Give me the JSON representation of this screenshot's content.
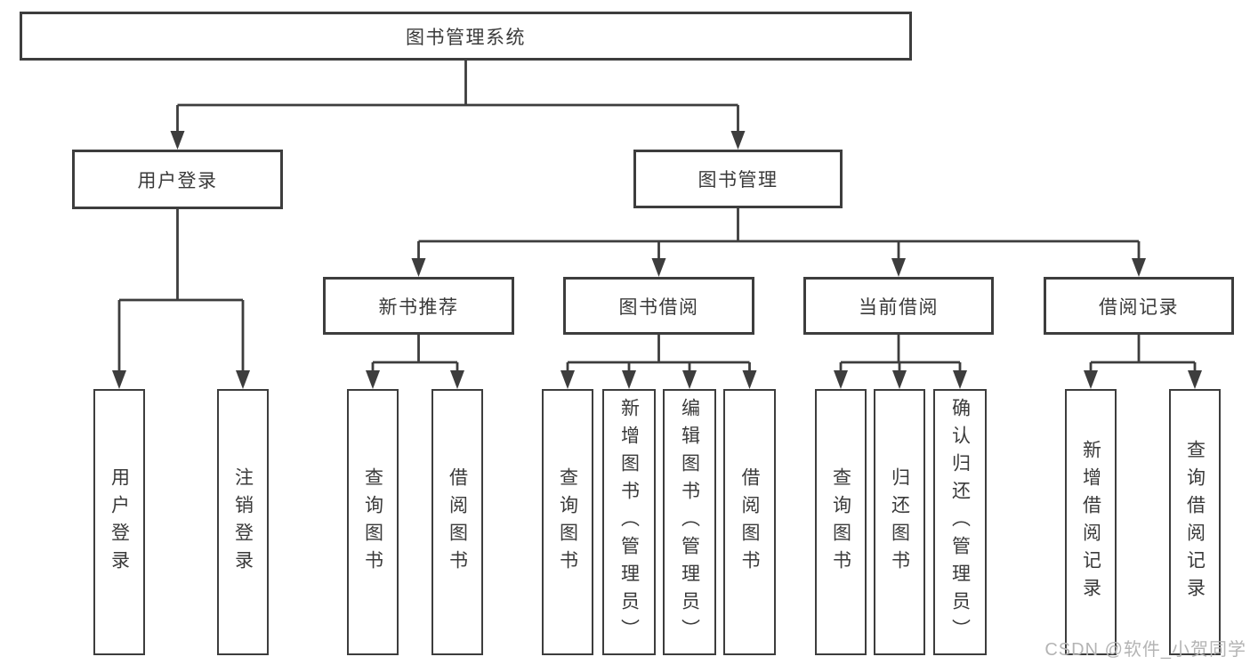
{
  "tree": {
    "label": "图书管理系统",
    "children": [
      {
        "label": "用户登录",
        "children": [
          {
            "label": "用户登录"
          },
          {
            "label": "注销登录"
          }
        ]
      },
      {
        "label": "图书管理",
        "children": [
          {
            "label": "新书推荐",
            "children": [
              {
                "label": "查询图书"
              },
              {
                "label": "借阅图书"
              }
            ]
          },
          {
            "label": "图书借阅",
            "children": [
              {
                "label": "查询图书"
              },
              {
                "label": "新增图书（管理员）"
              },
              {
                "label": "编辑图书（管理员）"
              },
              {
                "label": "借阅图书"
              }
            ]
          },
          {
            "label": "当前借阅",
            "children": [
              {
                "label": "查询图书"
              },
              {
                "label": "归还图书"
              },
              {
                "label": "确认归还（管理员）"
              }
            ]
          },
          {
            "label": "借阅记录",
            "children": [
              {
                "label": "新增借阅记录"
              },
              {
                "label": "查询借阅记录"
              }
            ]
          }
        ]
      }
    ]
  },
  "watermark": "CSDN @软件_小贺同学",
  "colors": {
    "line": "#3d3d3d",
    "text": "#3a3a3a",
    "node_background": "#ffffff",
    "background": "#ffffff",
    "watermark_text": "#b4b4b4"
  }
}
